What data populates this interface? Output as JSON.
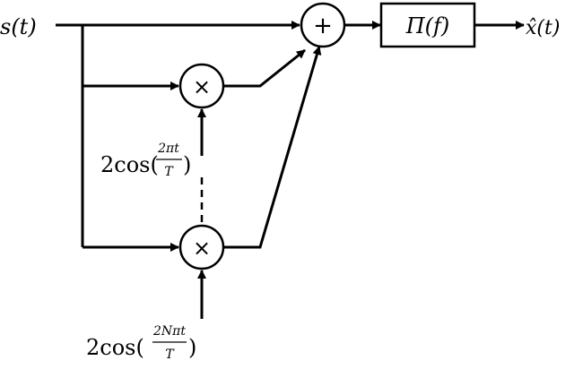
{
  "input_label": "s(t)",
  "output_label": "x̂(t)",
  "sum_symbol": "+",
  "mult_symbol": "×",
  "filter_label": "Π(f)",
  "carrier_1": {
    "prefix": "2cos(",
    "numerator": "2πt",
    "denominator": "T",
    "suffix": ")"
  },
  "carrier_n": {
    "prefix": "2cos(",
    "numerator": "2Nπt",
    "denominator": "T",
    "suffix": ")"
  }
}
